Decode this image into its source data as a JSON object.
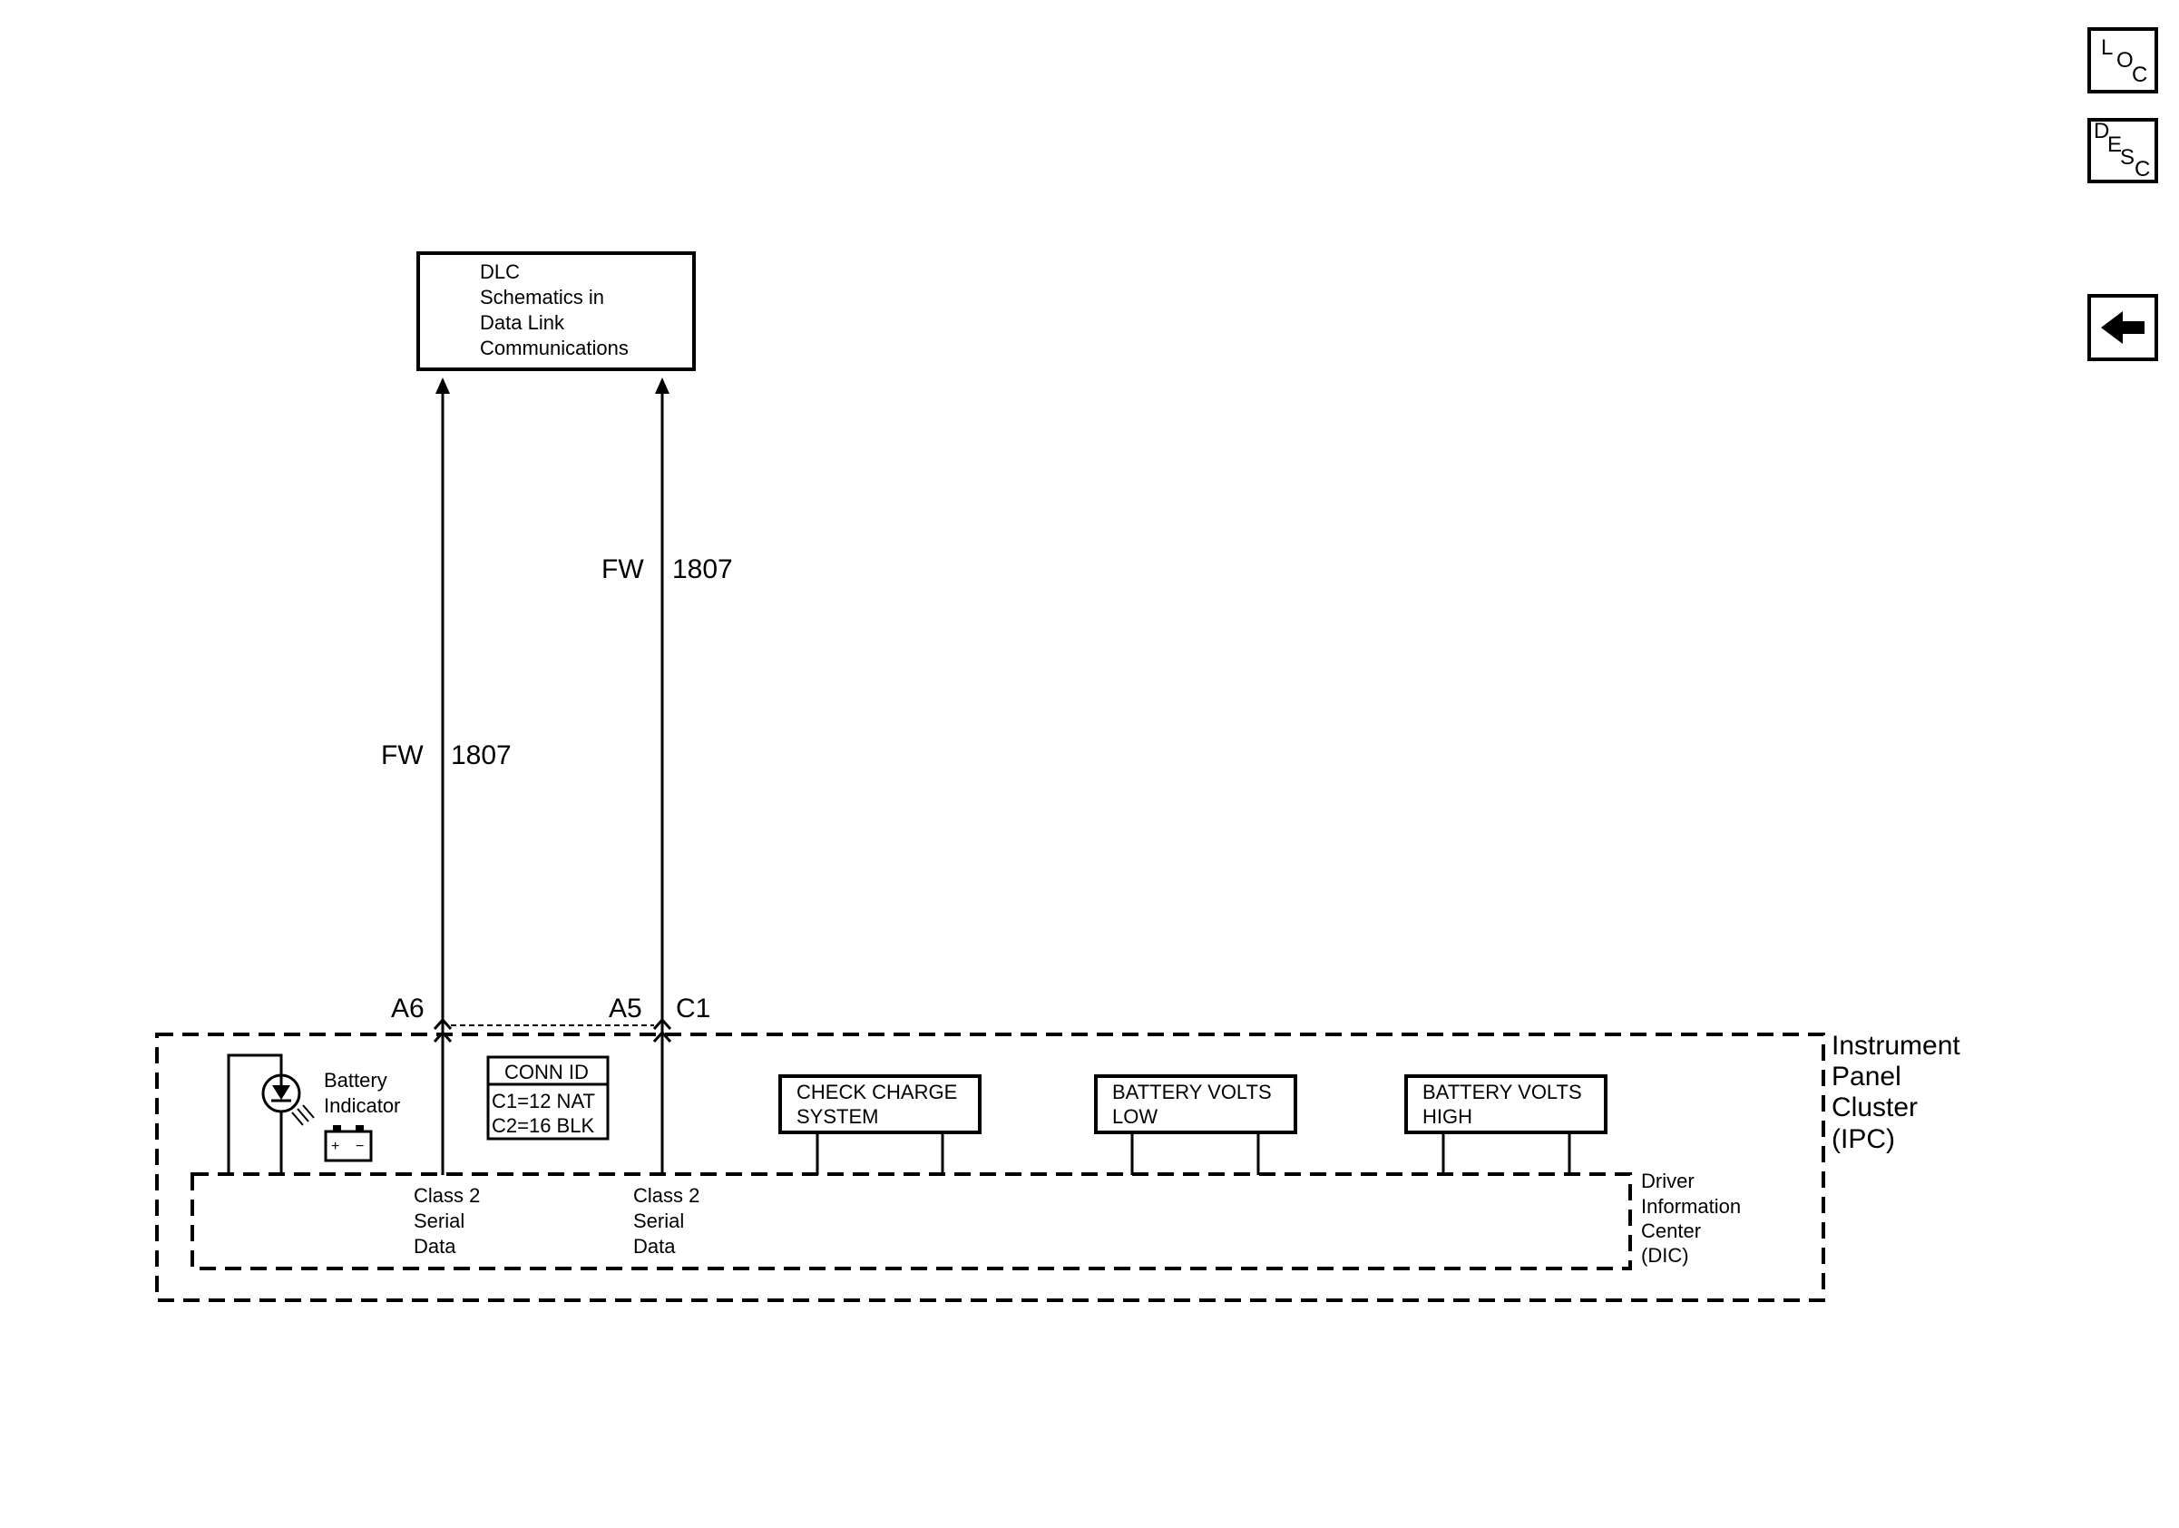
{
  "nav": {
    "loc": {
      "l1": "L",
      "l2": "O",
      "l3": "C"
    },
    "desc": {
      "l1": "D",
      "l2": "E",
      "l3": "S",
      "l4": "C"
    }
  },
  "dlc": {
    "lines": [
      "DLC",
      "Schematics in",
      "Data Link",
      "Communications"
    ]
  },
  "wires": {
    "left_color": "FW",
    "left_circuit": "1807",
    "right_color": "FW",
    "right_circuit": "1807"
  },
  "pins": {
    "a6": "A6",
    "a5": "A5",
    "c1": "C1"
  },
  "conn_id": {
    "title": "CONN ID",
    "c1": "C1=12 NAT",
    "c2": "C2=16 BLK"
  },
  "battery_indicator": {
    "line1": "Battery",
    "line2": "Indicator",
    "plus": "+",
    "minus": "−"
  },
  "messages": {
    "check_charge": [
      "CHECK CHARGE",
      "SYSTEM"
    ],
    "volts_low": [
      "BATTERY VOLTS",
      "LOW"
    ],
    "volts_high": [
      "BATTERY VOLTS",
      "HIGH"
    ]
  },
  "serial_left": [
    "Class 2",
    "Serial",
    "Data"
  ],
  "serial_right": [
    "Class 2",
    "Serial",
    "Data"
  ],
  "dic": [
    "Driver",
    "Information",
    "Center",
    "(DIC)"
  ],
  "ipc": [
    "Instrument",
    "Panel",
    "Cluster",
    "(IPC)"
  ]
}
